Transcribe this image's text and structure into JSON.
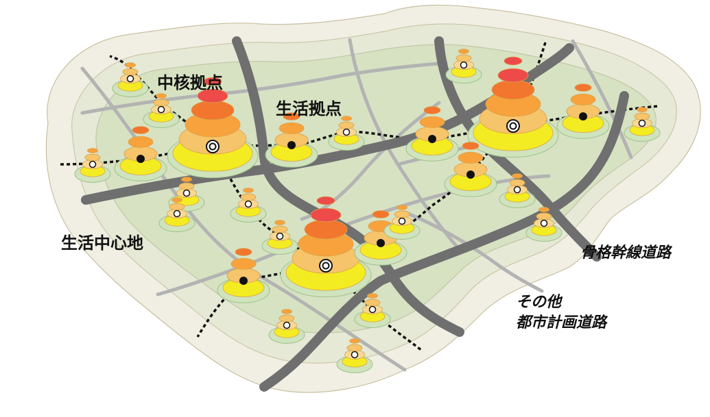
{
  "labels": {
    "core_hub": "中核拠点",
    "life_hub": "生活拠点",
    "life_center": "生活中心地",
    "arterial_road": "骨格幹線道路",
    "other_road_line1": "その他",
    "other_road_line2": "都市計画道路"
  },
  "colors": {
    "region_outer": "#f1efe3",
    "region_mid": "#e5e9d5",
    "region_inner": "#d7e2c3",
    "arterial_road": "#6f6f6f",
    "city_road": "#b3b3b3",
    "network_line": "#111111",
    "tier_red": "#ee4a4a",
    "tier_orange_red": "#f2762e",
    "tier_orange": "#f7a23c",
    "tier_light_orange": "#f6c46a",
    "tier_yellow": "#f4ec22",
    "tier_pale": "#f8d895",
    "base_green": "#cfe3bd"
  },
  "legend": {
    "core_hub_marker": "double-circle-icon",
    "life_hub_marker": "black-dot-icon",
    "life_center_marker": "white-dot-icon"
  }
}
